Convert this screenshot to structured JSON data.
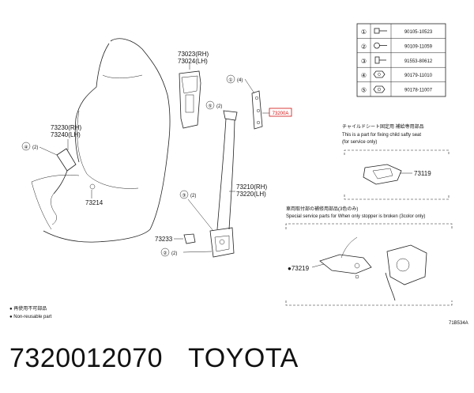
{
  "parts_table": [
    {
      "num": "①",
      "part": "90105-10523"
    },
    {
      "num": "②",
      "part": "90109-11059"
    },
    {
      "num": "③",
      "part": "91553-80612"
    },
    {
      "num": "④",
      "part": "90179-11010"
    },
    {
      "num": "⑤",
      "part": "90178-11007"
    }
  ],
  "labels": {
    "retractor_rh": "73023(RH)",
    "retractor_lh": "73024(LH)",
    "buckle_rh": "73230(RH)",
    "buckle_lh": "73240(LH)",
    "belt_rh": "73210(RH)",
    "belt_lh": "73220(LH)",
    "highlight": "73200A",
    "bolt_73214": "73214",
    "part_73233": "73233",
    "part_73119": "73119",
    "part_73219": "●73219",
    "callout_1": "①",
    "callout_1_qty": "(4)",
    "callout_2_qty": "(2)",
    "callout_3_qty": "(2)",
    "callout_4_qty": "(2)",
    "callout_5_qty": "(2)",
    "callout_2": "②",
    "callout_3": "③",
    "callout_4": "④",
    "callout_5": "⑤"
  },
  "child_seat_box": {
    "jp": "チャイルドシート固定用 補給専用部品",
    "en1": "This is a part for fixing child safty seat",
    "en2": "(for service only)"
  },
  "stopper_box": {
    "jp": "車両取付部の補修用部品(3色のみ)",
    "en": "Special service parts for When only stopper is broken (3color only)"
  },
  "legend": {
    "jp": "● 再使用不可部品",
    "en": "● Non-reusable part"
  },
  "diagram_code": "71B534A",
  "caption": {
    "part_number": "7320012070",
    "brand": "TOYOTA"
  },
  "colors": {
    "highlight": "#d01010",
    "line": "#222222"
  }
}
